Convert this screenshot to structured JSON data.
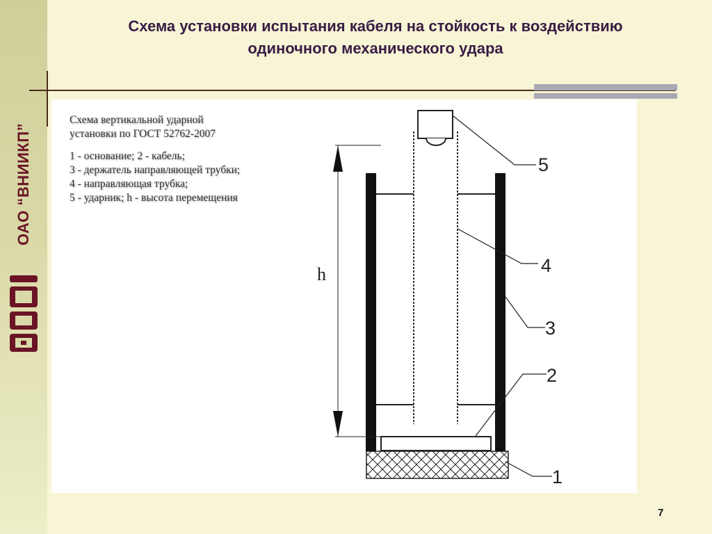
{
  "sidebar": {
    "org_text": "ОАО “ВНИИКП”"
  },
  "title": {
    "line1": "Схема установки испытания кабеля на стойкость к воздействию",
    "line2": "одиночного механического удара"
  },
  "caption": {
    "heading_line1": "Схема вертикальной ударной",
    "heading_line2": "установки по ГОСТ 52762-2007",
    "legend": [
      "1 - основание; 2 - кабель;",
      "3 - держатель направляющей трубки;",
      "4 - направляющая трубка;",
      "5 - ударник; h - высота перемещения"
    ]
  },
  "diagram": {
    "height_label": "h",
    "callouts": [
      "5",
      "4",
      "3",
      "2",
      "1"
    ]
  },
  "page_number": "7",
  "colors": {
    "accent": "#6b1426",
    "title": "#3a1c44",
    "background": "#f7f5d6"
  }
}
